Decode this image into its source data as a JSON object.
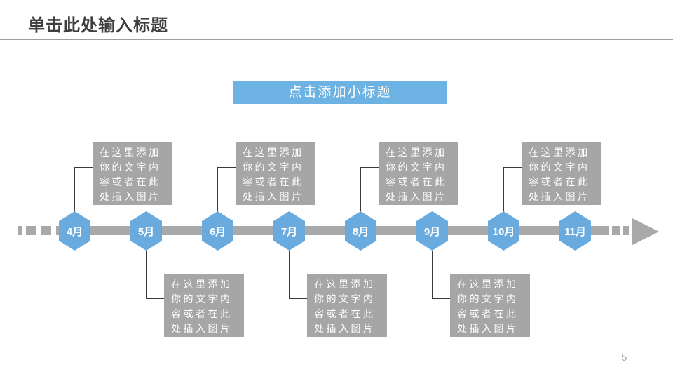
{
  "slide": {
    "title": "单击此处输入标题",
    "page_number": "5"
  },
  "subtitle": {
    "label": "点击添加小标题"
  },
  "timeline": {
    "months": [
      {
        "label": "4月"
      },
      {
        "label": "5月"
      },
      {
        "label": "6月"
      },
      {
        "label": "7月"
      },
      {
        "label": "8月"
      },
      {
        "label": "9月"
      },
      {
        "label": "10月"
      },
      {
        "label": "11月"
      }
    ],
    "notes_top": [
      {
        "text": "在这里添加\n你的文字内\n容或者在此\n处插入图片"
      },
      {
        "text": "在这里添加\n你的文字内\n容或者在此\n处插入图片"
      },
      {
        "text": "在这里添加\n你的文字内\n容或者在此\n处插入图片"
      },
      {
        "text": "在这里添加\n你的文字内\n容或者在此\n处插入图片"
      }
    ],
    "notes_bottom": [
      {
        "text": "在这里添加\n你的文字内\n容或者在此\n处插入图片"
      },
      {
        "text": "在这里添加\n你的文字内\n容或者在此\n处插入图片"
      },
      {
        "text": "在这里添加\n你的文字内\n容或者在此\n处插入图片"
      }
    ]
  },
  "colors": {
    "accent_blue": "#6cb2e2",
    "node_blue": "#69aadf",
    "note_gray": "#a6a6a6",
    "bar_gray": "#a9a9a9",
    "title_text": "#3f3f3f",
    "connector": "#3a3a3a"
  }
}
